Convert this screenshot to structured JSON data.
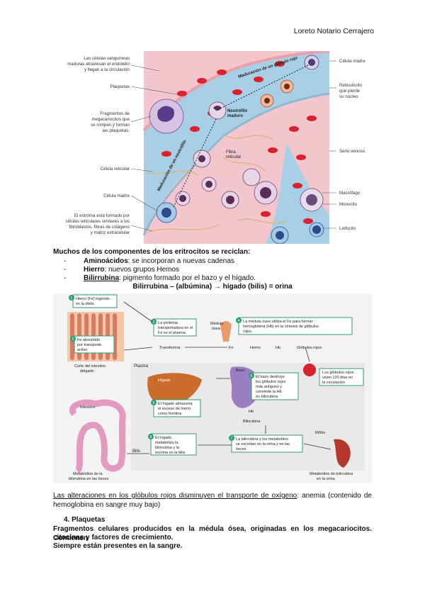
{
  "author": "Loreto Notario Cerrajero",
  "fig1": {
    "left_labels": [
      "Las células sanguíneas",
      "maduras atraviesan el endotelio",
      "y llegan a la circulación",
      "Plaquetas",
      "Fragmentos de",
      "megacariocitos que",
      "se rompen y forman",
      "las plaquetas.",
      "Célula reticular",
      "Célula madre",
      "El estroma está formado por",
      "células reticulares similares a los",
      "fibroblastos, fibras de colágeno",
      "y matriz extracelular"
    ],
    "right_labels": [
      "Célula madre",
      "Reticulocito",
      "que pierde",
      "su núcleo",
      "Seno venoso",
      "Macrófago",
      "Monocito",
      "Linfocito"
    ],
    "inner_labels": {
      "rbc_maturation": "Maduración de un glóbulo rojo",
      "neutrophil": "Neutrófilo",
      "neutrophil2": "maduro",
      "neutrophil_maturation": "Maduración de un neutrófilo",
      "fiber": "Fibra",
      "fiber2": "reticular"
    }
  },
  "paragraph1": {
    "intro": "Muchos de los componentes de los eritrocitos se reciclan:",
    "bullets": [
      {
        "term": "Aminoácidos",
        "rest": ": se incorporan a nuevas cadenas"
      },
      {
        "term": "Hierro",
        "rest": ": nuevos grupos Hemos"
      },
      {
        "term": "Bilirrubina",
        "rest": ": pigmento formado por el bazo y el hígado."
      }
    ],
    "formula": "Bilirrubina – (albúmina) → hígado (bilis) = orina"
  },
  "fig2": {
    "box1": [
      "Hierro (Fe) ingerido",
      "en la dieta"
    ],
    "box2": [
      "Fe absorbido",
      "por transporte",
      "activo"
    ],
    "intestine_caption": [
      "Corte del intestino",
      "delgado"
    ],
    "box3": [
      "La proteína",
      "transportadora en el",
      "Fe es el plasma"
    ],
    "transferrin": "Transferrina",
    "plasma": "Plasma",
    "liver": "Hígado",
    "box5": [
      "El hígado almacena",
      "el exceso de hierro",
      "como ferritina"
    ],
    "bone_label": [
      "Médula",
      "ósea"
    ],
    "box4": [
      "La médula ósea utiliza el Fe para formar",
      "hemoglobina (Hb) en la síntesis de glóbulos",
      "rojos."
    ],
    "bone_flow": [
      "Fe",
      "Hemo",
      "Hb",
      "Glóbulos rojos"
    ],
    "spleen": "Bazo",
    "box6": [
      "El bazo destruye",
      "los glóbulos rojos",
      "más antiguos y",
      "convierte la Hb",
      "en bilirrubina"
    ],
    "spleen_flow": [
      "Hb",
      "Bilirrubina"
    ],
    "box_rbc": [
      "Los glóbulos rojos",
      "viven 120 días en",
      "la circulación"
    ],
    "intestine": "Intestino",
    "bilis": "Bilis",
    "box8": [
      "El hígado",
      "metaboliza la",
      "bilirrubina y la",
      "excreta en la bilis"
    ],
    "box7": [
      "La bilirrubina y los metabolitos",
      "se excretan en la orina y en las",
      "heces"
    ],
    "kidney": "Riñón",
    "kidney_caption": [
      "Metabolitos de bilirrubina",
      "en la orina"
    ],
    "intestine_bottom_caption": [
      "Metabolitos de la",
      "bilirrubina en las heces"
    ]
  },
  "paragraph2": {
    "link": "Las alteraciones en los glóbulos rojos disminuyen el transporte de oxígeno",
    "rest": ": anemia (contenido de hemoglobina en sangre muy bajo)"
  },
  "section4": {
    "heading": "4.   Plaquetas",
    "lines": [
      "Fragmentos celulares producidos en la médula ósea, originadas en los megacariocitos. Contienen",
      "citocinas y factores de crecimiento.",
      "Siempre están presentes en la sangre."
    ]
  },
  "colors": {
    "tissue": "#f2c6cc",
    "sinus": "#a9cfe6",
    "rbc": "#d8232f",
    "green": "#2f9e6e",
    "panel": "#f3f3f3"
  }
}
